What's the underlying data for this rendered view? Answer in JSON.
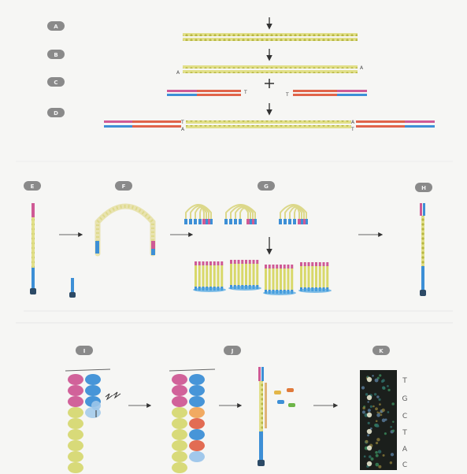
{
  "panels": [
    {
      "id": "a",
      "label": "A"
    },
    {
      "id": "b",
      "label": "B"
    },
    {
      "id": "c",
      "label": "C"
    },
    {
      "id": "d",
      "label": "D"
    },
    {
      "id": "e",
      "label": "E"
    },
    {
      "id": "f",
      "label": "F"
    },
    {
      "id": "g",
      "label": "G"
    },
    {
      "id": "h",
      "label": "H"
    },
    {
      "id": "i",
      "label": "I"
    },
    {
      "id": "j",
      "label": "J"
    },
    {
      "id": "k",
      "label": "K"
    }
  ],
  "end_marks": {
    "b_left": "A",
    "b_right": "A",
    "c_left": "T",
    "c_right": "T",
    "d_left_top": "T",
    "d_left_bottom": "A",
    "d_right_top": "A",
    "d_right_bottom": "T"
  },
  "sequence_letters": [
    "T",
    "G",
    "C",
    "T",
    "A",
    "C"
  ],
  "colors": {
    "dna_yellow": "#d8d86a",
    "dna_yellow_dark": "#b7b743",
    "adapter_red": "#e0644a",
    "adapter_pink": "#cf5a95",
    "adapter_blue": "#3d8fd6",
    "badge_gray": "#8a8a8a",
    "array_black": "#1b1f1c"
  }
}
